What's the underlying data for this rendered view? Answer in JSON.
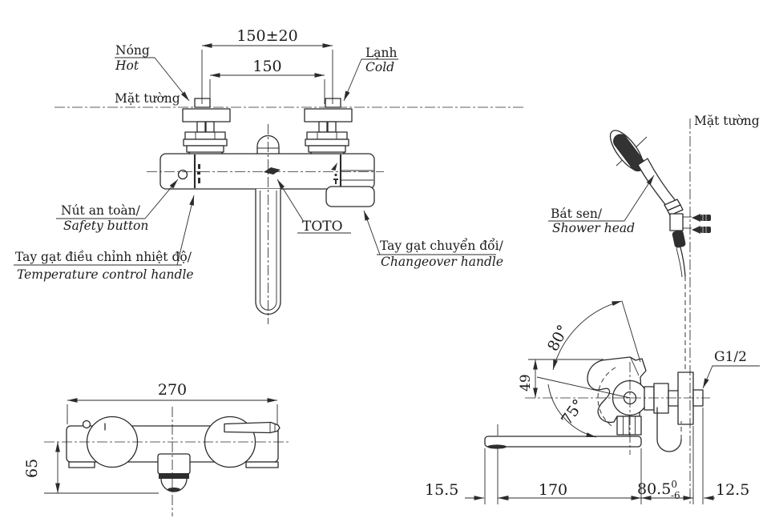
{
  "front": {
    "dim_tol": "150±20",
    "dim": "150",
    "hot_vi": "Nóng",
    "hot_en": "Hot",
    "cold_vi": "Lạnh",
    "cold_en": "Cold",
    "wall": "Mặt tường",
    "safety_vi": "Nút an toàn/",
    "safety_en": "Safety button",
    "temp_vi": "Tay gạt điều chỉnh nhiệt độ/",
    "temp_en": "Temperature control handle",
    "brand": "TOTO",
    "changeover_vi": "Tay gạt chuyển đổi/",
    "changeover_en": "Changeover handle"
  },
  "top": {
    "length": "270",
    "depth": "65"
  },
  "side": {
    "wall": "Mặt tường",
    "shower_vi": "Bát sen/",
    "shower_en": "Shower head",
    "thread": "G1/2",
    "angle_up": "80°",
    "angle_down": "75°",
    "height": "49",
    "tip": "15.5",
    "reach": "170",
    "depth": "80.5",
    "tol_hi": "0",
    "tol_lo": "-6",
    "protrude": "12.5"
  }
}
